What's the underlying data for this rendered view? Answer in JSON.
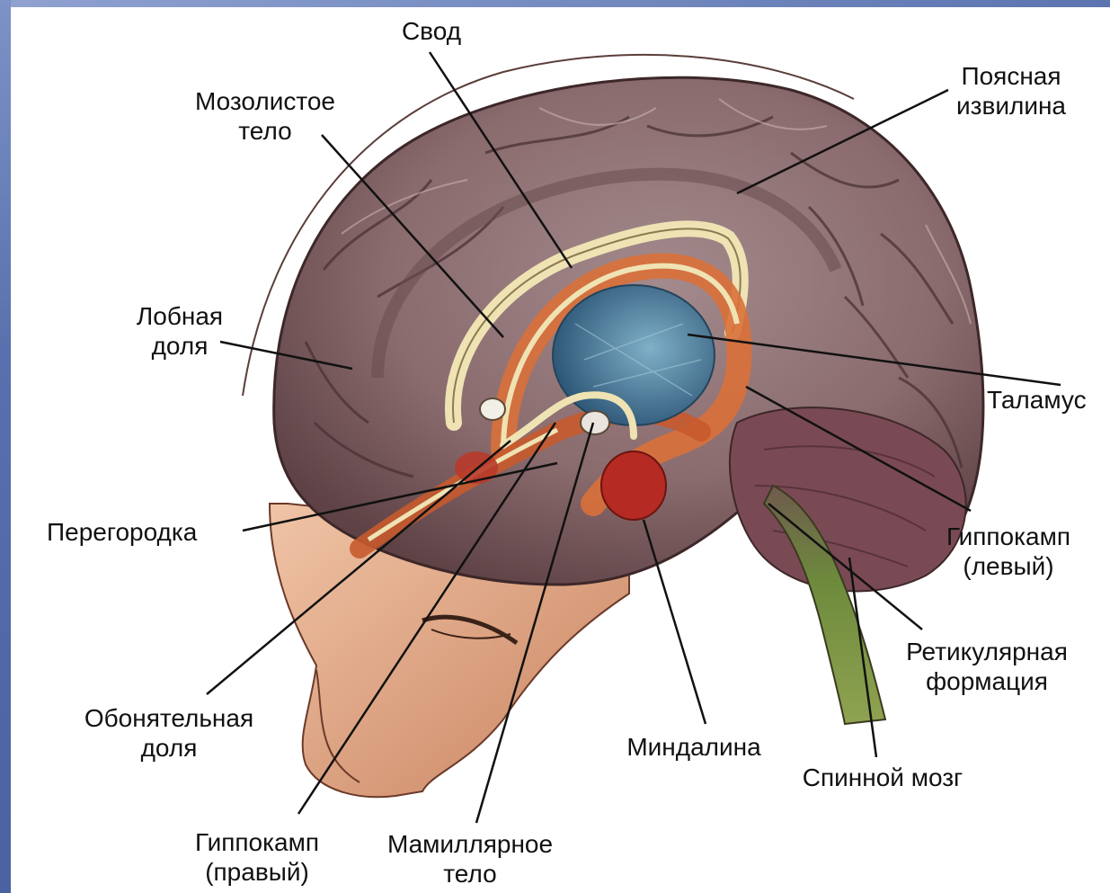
{
  "diagram": {
    "labels": {
      "svod": [
        "Свод"
      ],
      "mozolistoe_telo": [
        "Мозолистое",
        "тело"
      ],
      "poyasnaya_izvilina": [
        "Поясная",
        "извилина"
      ],
      "lobnaya_dolya": [
        "Лобная",
        "доля"
      ],
      "talamus": [
        "Таламус"
      ],
      "peregorodka": [
        "Перегородка"
      ],
      "gippokamp_levyi": [
        "Гиппокамп",
        "(левый)"
      ],
      "retikulyarnaya_formatsiya": [
        "Ретикулярная",
        "формация"
      ],
      "obonyatelnaya_dolya": [
        "Обонятельная",
        "доля"
      ],
      "mindalina": [
        "Миндалина"
      ],
      "spinnoi_mozg": [
        "Спинной мозг"
      ],
      "gippokamp_pravyi": [
        "Гиппокамп",
        "(правый)"
      ],
      "mamillyarnoe_telo": [
        "Мамиллярное",
        "тело"
      ]
    },
    "colors": {
      "brain_cortex": "#8a6b6e",
      "brain_dark": "#5e4245",
      "limbic_orange": "#d9703a",
      "fornix_cream": "#efe3b4",
      "thalamus_blue": "#4d7fa1",
      "amygdala_red": "#b52a22",
      "spinal_cord_green": "#7e8f45",
      "skin": "#e7b08e",
      "leader_line": "#111111"
    }
  }
}
